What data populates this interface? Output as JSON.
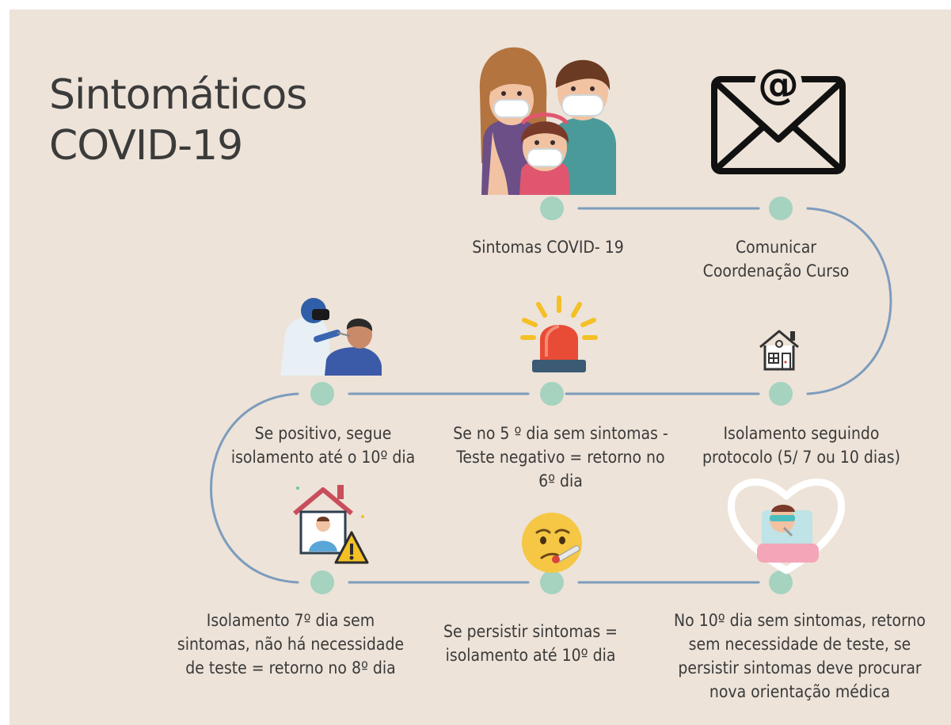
{
  "title": {
    "line1": "Sintomáticos",
    "line2": "COVID-19"
  },
  "colors": {
    "background": "#ede3d8",
    "node": "#a6d2c0",
    "path": "#7d9cbd"
  },
  "steps": [
    {
      "id": "sintomas",
      "icon": "family-with-masks-icon",
      "lines": [
        "Sintomas COVID- 19"
      ]
    },
    {
      "id": "comunicar",
      "icon": "email-envelope-icon",
      "lines": [
        "Comunicar",
        "Coordenação Curso"
      ]
    },
    {
      "id": "isolamento-protocolo",
      "icon": "house-icon",
      "lines": [
        "Isolamento seguindo",
        "protocolo (5/ 7 ou 10 dias)"
      ]
    },
    {
      "id": "quinto-dia",
      "icon": "siren-alarm-icon",
      "lines": [
        "Se no  5 º dia sem sintomas -",
        "Teste negativo = retorno no",
        "6º dia"
      ]
    },
    {
      "id": "positivo",
      "icon": "covid-swab-test-icon",
      "lines": [
        "Se positivo, segue",
        "isolamento até o 10º dia"
      ]
    },
    {
      "id": "setimo-dia",
      "icon": "home-isolation-warning-icon",
      "lines": [
        "Isolamento 7º dia sem",
        "sintomas, não há necessidade",
        "de teste = retorno no 8º dia"
      ]
    },
    {
      "id": "persistir",
      "icon": "sick-emoji-thermometer-icon",
      "lines": [
        "Se persistir sintomas =",
        "isolamento até 10º dia"
      ]
    },
    {
      "id": "decimo-dia",
      "icon": "sick-person-heart-icon",
      "lines": [
        "No 10º dia sem sintomas, retorno",
        "sem necessidade de teste, se",
        "persistir sintomas deve procurar",
        "nova orientação médica"
      ]
    }
  ]
}
